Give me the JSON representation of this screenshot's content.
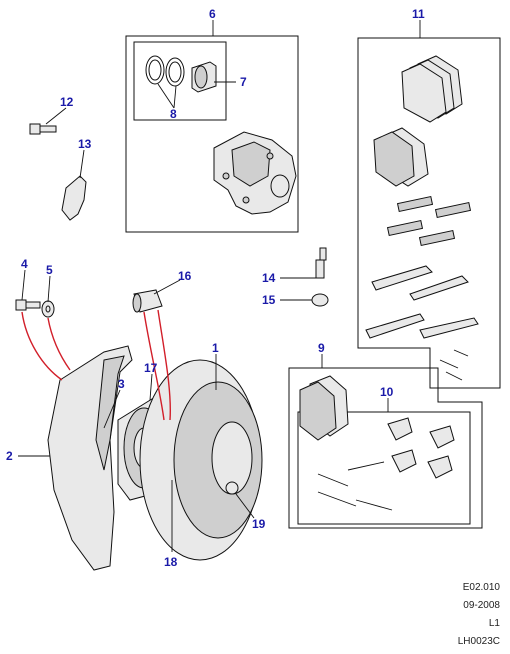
{
  "callouts": {
    "c1": "1",
    "c2": "2",
    "c3": "3",
    "c4": "4",
    "c5": "5",
    "c6": "6",
    "c7": "7",
    "c8": "8",
    "c9": "9",
    "c10": "10",
    "c11": "11",
    "c12": "12",
    "c13": "13",
    "c14": "14",
    "c15": "15",
    "c16": "16",
    "c17": "17",
    "c18": "18",
    "c19": "19"
  },
  "reference": {
    "code": "E02.010",
    "date": "09-2008",
    "level": "L1",
    "illustration": "LH0023C"
  },
  "colors": {
    "callout": "#1a1aa8",
    "link_line": "#d21f2a",
    "line": "#111111"
  }
}
